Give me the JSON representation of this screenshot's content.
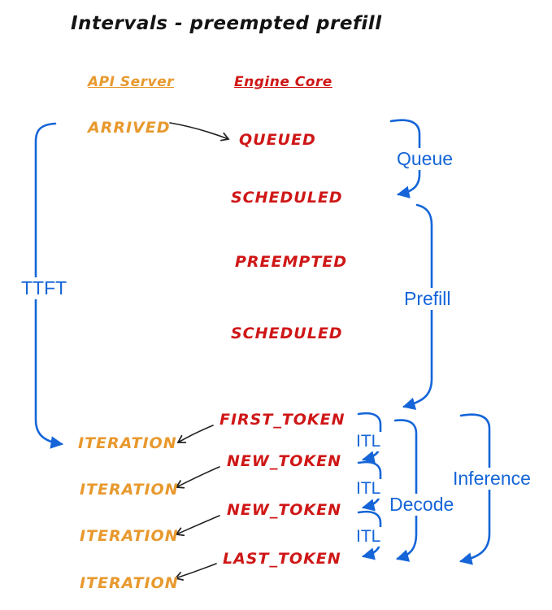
{
  "title": "Intervals - preempted prefill",
  "columns": {
    "api": "API Server",
    "core": "Engine Core"
  },
  "api_events": [
    "ARRIVED",
    "ITERATION",
    "ITERATION",
    "ITERATION",
    "ITERATION"
  ],
  "core_events": [
    "QUEUED",
    "SCHEDULED",
    "PREEMPTED",
    "SCHEDULED",
    "FIRST_TOKEN",
    "NEW_TOKEN",
    "NEW_TOKEN",
    "LAST_TOKEN"
  ],
  "intervals": {
    "ttft": "TTFT",
    "queue": "Queue",
    "prefill": "Prefill",
    "itl": "ITL",
    "decode": "Decode",
    "inference": "Inference"
  },
  "colors": {
    "api_accent": "#E8992E",
    "core_accent": "#CF1717",
    "interval_accent": "#1565D8",
    "arrow": "#222222",
    "background": "#FFFFFF"
  }
}
